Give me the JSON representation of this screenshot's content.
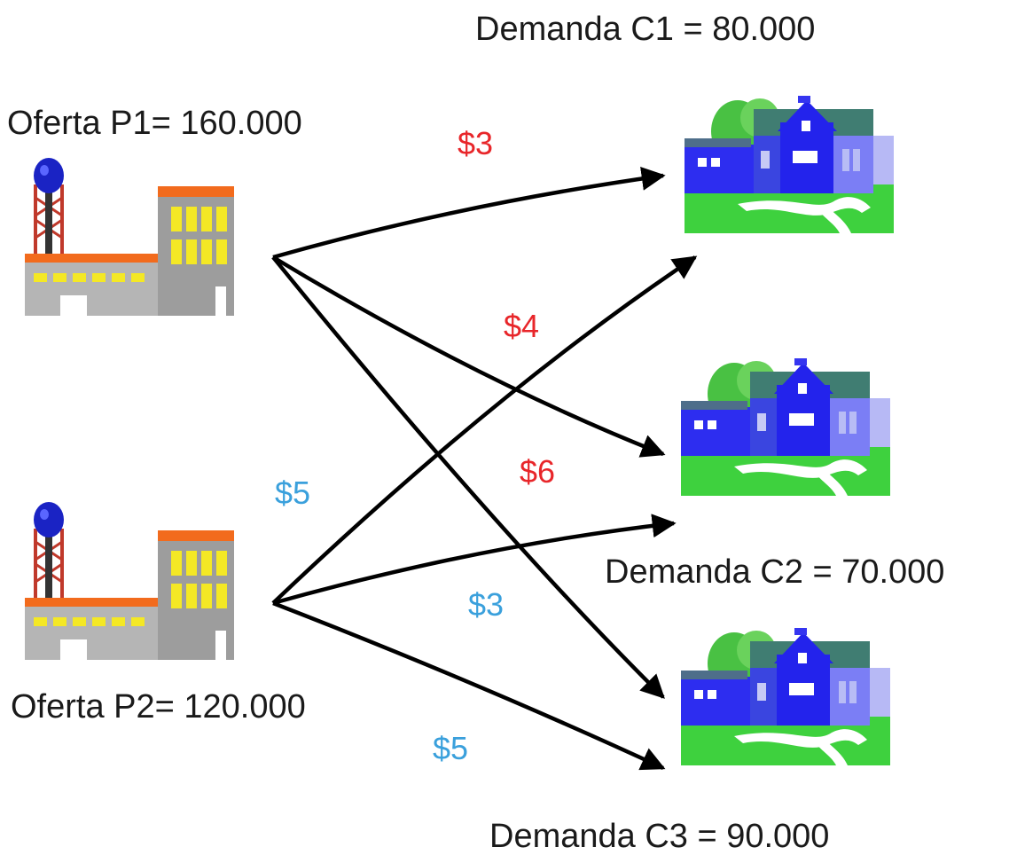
{
  "supply": {
    "p1": {
      "label": "Oferta  P1= 160.000"
    },
    "p2": {
      "label": "Oferta  P2= 120.000"
    }
  },
  "demand": {
    "c1": {
      "label": "Demanda C1 = 80.000"
    },
    "c2": {
      "label": "Demanda C2 = 70.000"
    },
    "c3": {
      "label": "Demanda C3 = 90.000"
    }
  },
  "costs": {
    "p1_c1": "$3",
    "p1_c2": "$4",
    "p1_c3": "$6",
    "p2_c1": "$5",
    "p2_c2": "$3",
    "p2_c3": "$5"
  },
  "colors": {
    "plant1_cost": "#e8262a",
    "plant2_cost": "#3aa0dc",
    "arrow": "#000000"
  },
  "icons": {
    "plant": "factory-icon",
    "customer": "house-icon"
  }
}
